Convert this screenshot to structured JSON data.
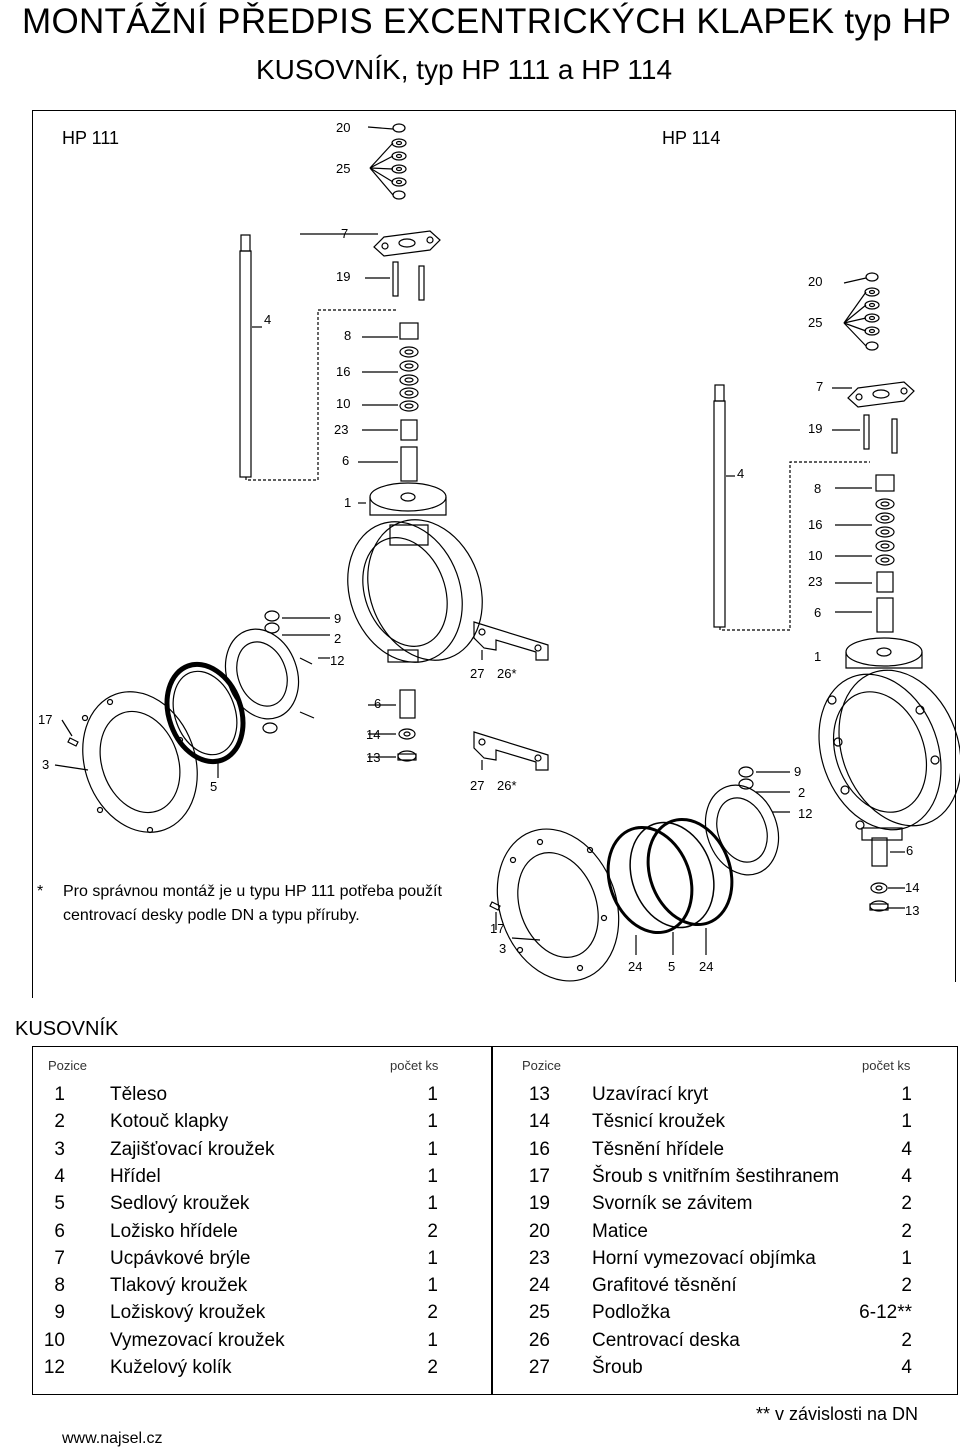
{
  "header": {
    "title": "MONTÁŽNÍ PŘEDPIS EXCENTRICKÝCH KLAPEK typ HP",
    "subtitle": "KUSOVNÍK, typ HP 111 a HP 114"
  },
  "diagram": {
    "hp111_label": "HP 111",
    "hp114_label": "HP 114",
    "note_star": "*",
    "note_line1": "Pro správnou montáž je u typu HP 111 potřeba použít",
    "note_line2": "centrovací desky podle DN a typu příruby.",
    "callouts_111": [
      "20",
      "25",
      "7",
      "19",
      "4",
      "8",
      "16",
      "10",
      "23",
      "6",
      "1",
      "9",
      "2",
      "12",
      "27",
      "26*",
      "6",
      "14",
      "13",
      "17",
      "3",
      "5",
      "27",
      "26*"
    ],
    "callouts_114": [
      "20",
      "25",
      "7",
      "19",
      "4",
      "8",
      "16",
      "10",
      "23",
      "6",
      "1",
      "9",
      "2",
      "12",
      "6",
      "14",
      "13",
      "17",
      "3",
      "24",
      "5",
      "24"
    ]
  },
  "table": {
    "heading": "KUSOVNÍK",
    "col_pos": "Pozice",
    "col_qty": "počet ks",
    "left": [
      {
        "n": "1",
        "name": "Těleso",
        "q": "1"
      },
      {
        "n": "2",
        "name": "Kotouč klapky",
        "q": "1"
      },
      {
        "n": "3",
        "name": "Zajišťovací kroužek",
        "q": "1"
      },
      {
        "n": "4",
        "name": "Hřídel",
        "q": "1"
      },
      {
        "n": "5",
        "name": "Sedlový kroužek",
        "q": "1"
      },
      {
        "n": "6",
        "name": "Ložisko hřídele",
        "q": "2"
      },
      {
        "n": "7",
        "name": "Ucpávkové brýle",
        "q": "1"
      },
      {
        "n": "8",
        "name": "Tlakový kroužek",
        "q": "1"
      },
      {
        "n": "9",
        "name": "Ložiskový kroužek",
        "q": "2"
      },
      {
        "n": "10",
        "name": "Vymezovací kroužek",
        "q": "1"
      },
      {
        "n": "12",
        "name": "Kuželový kolík",
        "q": "2"
      }
    ],
    "right": [
      {
        "n": "13",
        "name": "Uzavírací kryt",
        "q": "1"
      },
      {
        "n": "14",
        "name": "Těsnicí kroužek",
        "q": "1"
      },
      {
        "n": "16",
        "name": "Těsnění hřídele",
        "q": "4"
      },
      {
        "n": "17",
        "name": "Šroub s vnitřním šestihranem",
        "q": "4"
      },
      {
        "n": "19",
        "name": "Svorník se závitem",
        "q": "2"
      },
      {
        "n": "20",
        "name": "Matice",
        "q": "2"
      },
      {
        "n": "23",
        "name": "Horní vymezovací objímka",
        "q": "1"
      },
      {
        "n": "24",
        "name": "Grafitové těsnění",
        "q": "2"
      },
      {
        "n": "25",
        "name": "Podložka",
        "q": "6-12**"
      },
      {
        "n": "26",
        "name": "Centrovací deska",
        "q": "2"
      },
      {
        "n": "27",
        "name": "Šroub",
        "q": "4"
      }
    ],
    "footnote": "** v závislosti na DN"
  },
  "footer": {
    "website": "www.najsel.cz"
  }
}
